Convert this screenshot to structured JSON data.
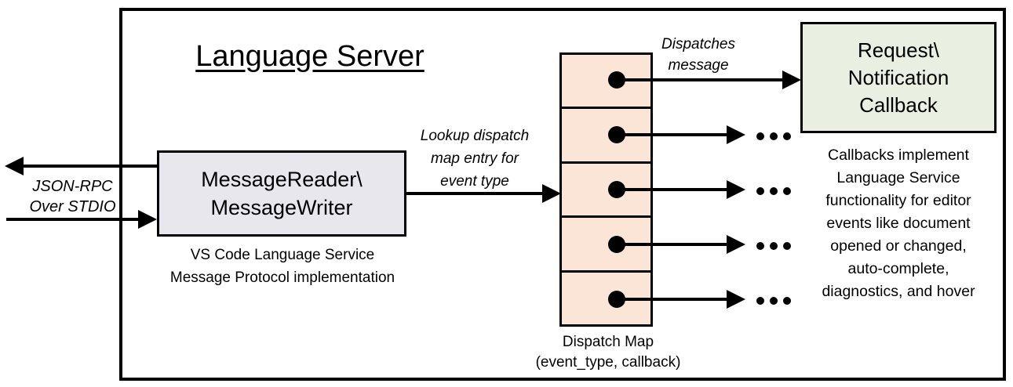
{
  "title": "Language Server",
  "io_label": {
    "lines": [
      "JSON-RPC",
      "Over STDIO"
    ]
  },
  "message_box": {
    "lines": [
      "MessageReader\\",
      "MessageWriter"
    ],
    "caption_lines": [
      "VS Code Language Service",
      "Message Protocol implementation"
    ]
  },
  "lookup_label": {
    "lines": [
      "Lookup dispatch",
      "map entry for",
      "event type"
    ]
  },
  "dispatch_map": {
    "cell_count": 5,
    "caption_lines": [
      "Dispatch Map",
      "(event_type, callback)"
    ]
  },
  "dispatch_label": {
    "lines": [
      "Dispatches",
      "message"
    ]
  },
  "callback_box": {
    "lines": [
      "Request\\",
      "Notification",
      "Callback"
    ]
  },
  "callbacks_note": {
    "lines": [
      "Callbacks implement",
      "Language Service",
      "functionality for editor",
      "events like document",
      "opened or changed,",
      "auto-complete,",
      "diagnostics, and hover"
    ]
  },
  "icons": {
    "ellipsis": "…"
  },
  "colors": {
    "line": "#000000",
    "message_box_fill": "#e8e7ee",
    "dispatch_cell_fill": "#fbe5d6",
    "callback_box_fill": "#e9f0e1"
  }
}
